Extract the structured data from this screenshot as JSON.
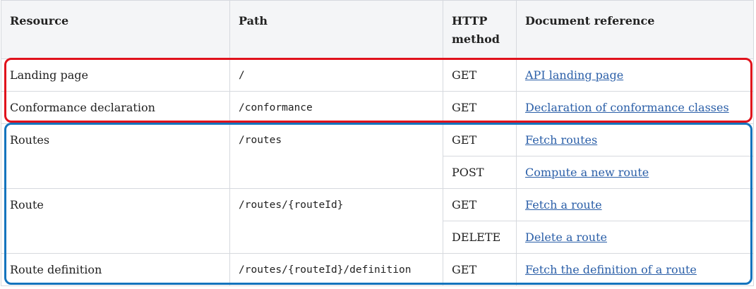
{
  "table": {
    "headers": {
      "resource": "Resource",
      "path": "Path",
      "method_line1": "HTTP",
      "method_line2": "method",
      "reference": "Document reference"
    },
    "rows": [
      {
        "resource": "Landing page",
        "path": "/",
        "method": "GET",
        "reference": "API landing page"
      },
      {
        "resource": "Conformance declaration",
        "path": "/conformance",
        "method": "GET",
        "reference": "Declaration of conformance classes"
      },
      {
        "resource": "Routes",
        "path": "/routes",
        "method": "GET",
        "reference": "Fetch routes"
      },
      {
        "method": "POST",
        "reference": "Compute a new route"
      },
      {
        "resource": "Route",
        "path": "/routes/{routeId}",
        "method": "GET",
        "reference": "Fetch a route"
      },
      {
        "method": "DELETE",
        "reference": "Delete a route"
      },
      {
        "resource": "Route definition",
        "path": "/routes/{routeId}/definition",
        "method": "GET",
        "reference": "Fetch the definition of a route"
      }
    ]
  },
  "highlights": {
    "red": "#e0121c",
    "blue": "#1474bd"
  }
}
